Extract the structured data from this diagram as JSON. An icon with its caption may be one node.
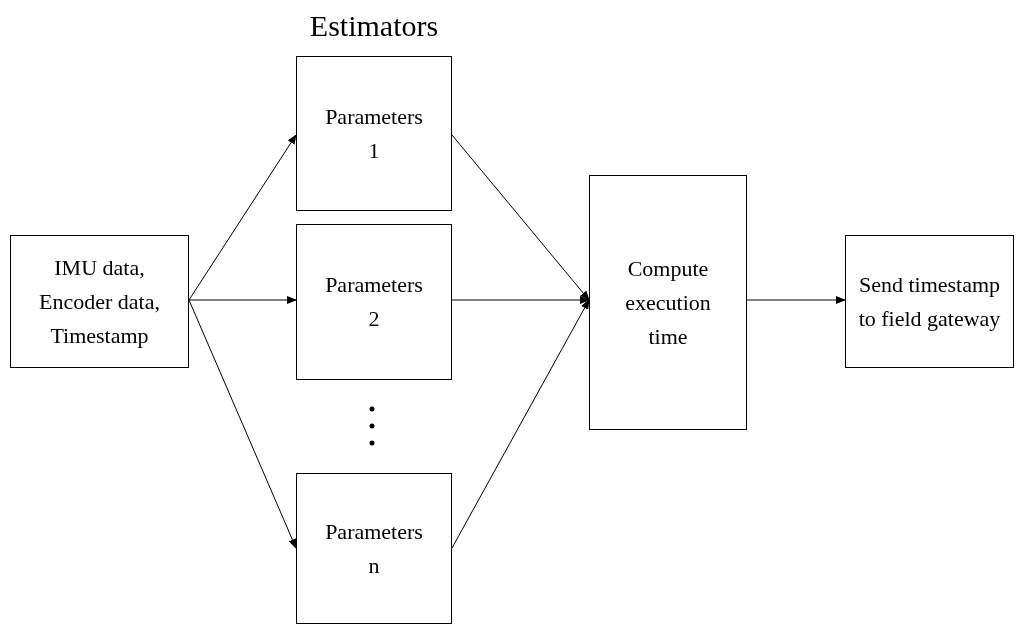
{
  "diagram": {
    "title": "Estimators",
    "nodes": [
      {
        "text": [
          "IMU data, Encoder data, Timestamp"
        ]
      },
      {
        "text": [
          "Parameters 1"
        ]
      },
      {
        "text": [
          "Parameters 2"
        ]
      },
      {
        "text": [
          "Parameters n"
        ]
      },
      {
        "text": [
          "Compute execution time"
        ]
      },
      {
        "text": [
          "Send timestamp to field gateway"
        ]
      }
    ],
    "edges": [
      {
        "from": 0,
        "to": 1,
        "arrow": "to"
      },
      {
        "from": 0,
        "to": 2,
        "arrow": "to"
      },
      {
        "from": 0,
        "to": 3,
        "arrow": "to"
      },
      {
        "from": 1,
        "to": 4,
        "arrow": "to"
      },
      {
        "from": 2,
        "to": 4,
        "arrow": "to"
      },
      {
        "from": 3,
        "to": 4,
        "arrow": "to"
      },
      {
        "from": 4,
        "to": 5,
        "arrow": "to"
      }
    ]
  }
}
